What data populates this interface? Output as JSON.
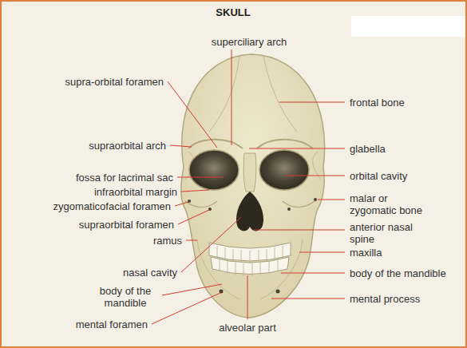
{
  "diagram": {
    "title": "SKULL",
    "labels": [
      "superciliary arch",
      "supra-orbital foramen",
      "frontal bone",
      "supraorbital arch",
      "glabella",
      "fossa for lacrimal sac",
      "orbital cavity",
      "infraorbital margin",
      "zygomaticofacial foramen",
      "malar or zygomatic bone",
      "supraorbital foramen",
      "anterior nasal spine",
      "ramus",
      "maxilla",
      "nasal cavity",
      "body of the mandible",
      "body of the mandible",
      "mental process",
      "mental foramen",
      "alveolar part"
    ]
  }
}
